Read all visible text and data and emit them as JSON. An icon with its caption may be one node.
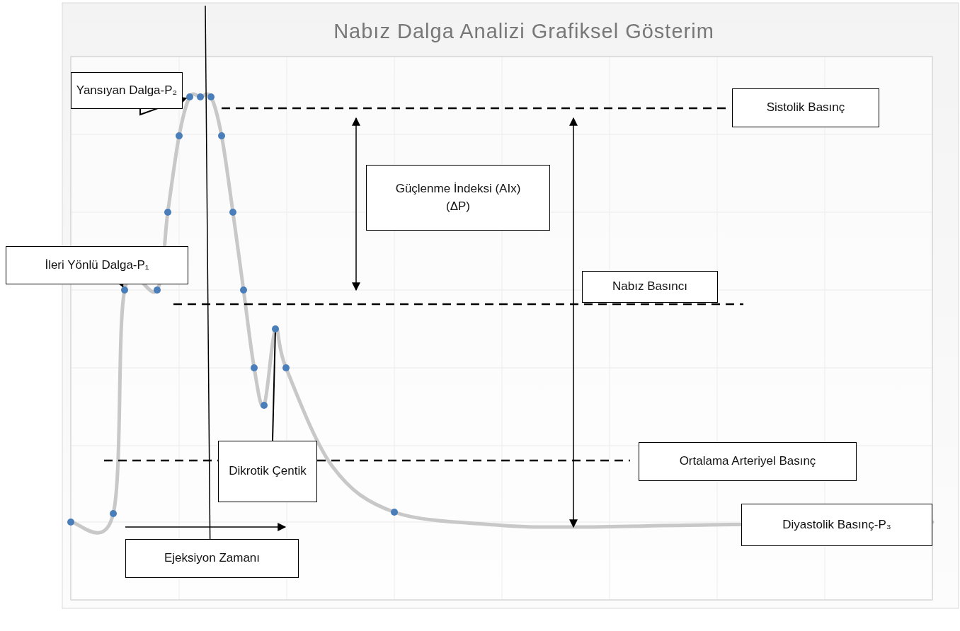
{
  "diagram": {
    "title": "Nabız Dalga Analizi Grafiksel Gösterim",
    "nodes": [
      {
        "text": [
          "Yansıyan Dalga-P₂"
        ]
      },
      {
        "text": [
          "İleri Yönlü Dalga-P₁"
        ]
      },
      {
        "text": [
          "Sistolik Basınç"
        ]
      },
      {
        "text": [
          "Güçlenme İndeksi (AIx)(ΔP)"
        ]
      },
      {
        "text": [
          "Nabız Basıncı"
        ]
      },
      {
        "text": [
          "Dikrotik Çentik"
        ]
      },
      {
        "text": [
          "Ortalama Arteriyel Basınç"
        ]
      },
      {
        "text": [
          "Diyastolik Basınç-P₃"
        ]
      },
      {
        "text": [
          "Ejeksiyon Zamanı"
        ]
      },
      {
        "text": [],
        "shape": "circle"
      },
      {
        "text": [],
        "shape": "circle"
      },
      {
        "text": [],
        "shape": "circle"
      }
    ],
    "edges": [
      {
        "from": 0,
        "to": 9,
        "arrow": "to"
      },
      {
        "from": 1,
        "to": 10,
        "arrow": "to"
      },
      {
        "from": 5,
        "to": 11,
        "arrow": "none"
      }
    ]
  }
}
